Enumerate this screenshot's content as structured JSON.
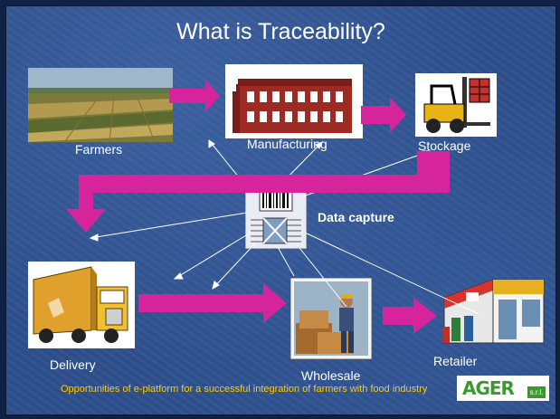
{
  "slide": {
    "title": "What is Traceability?",
    "nodes": {
      "farmers": "Farmers",
      "manufacturing": "Manufacturing",
      "stockage": "Stockage",
      "delivery": "Delivery",
      "wholesale": "Wholesale",
      "retailer": "Retailer"
    },
    "center_label": "Data capture",
    "footer": "Opportunities of e-platform for a successful integration of farmers with food industry",
    "logo": {
      "text": "AGER",
      "suffix": "s.r.l."
    }
  },
  "colors": {
    "background": "#2d4f8c",
    "flow_arrow": "#d6249c",
    "footer_text": "#ffcc00",
    "logo_green": "#3a9a2f"
  }
}
